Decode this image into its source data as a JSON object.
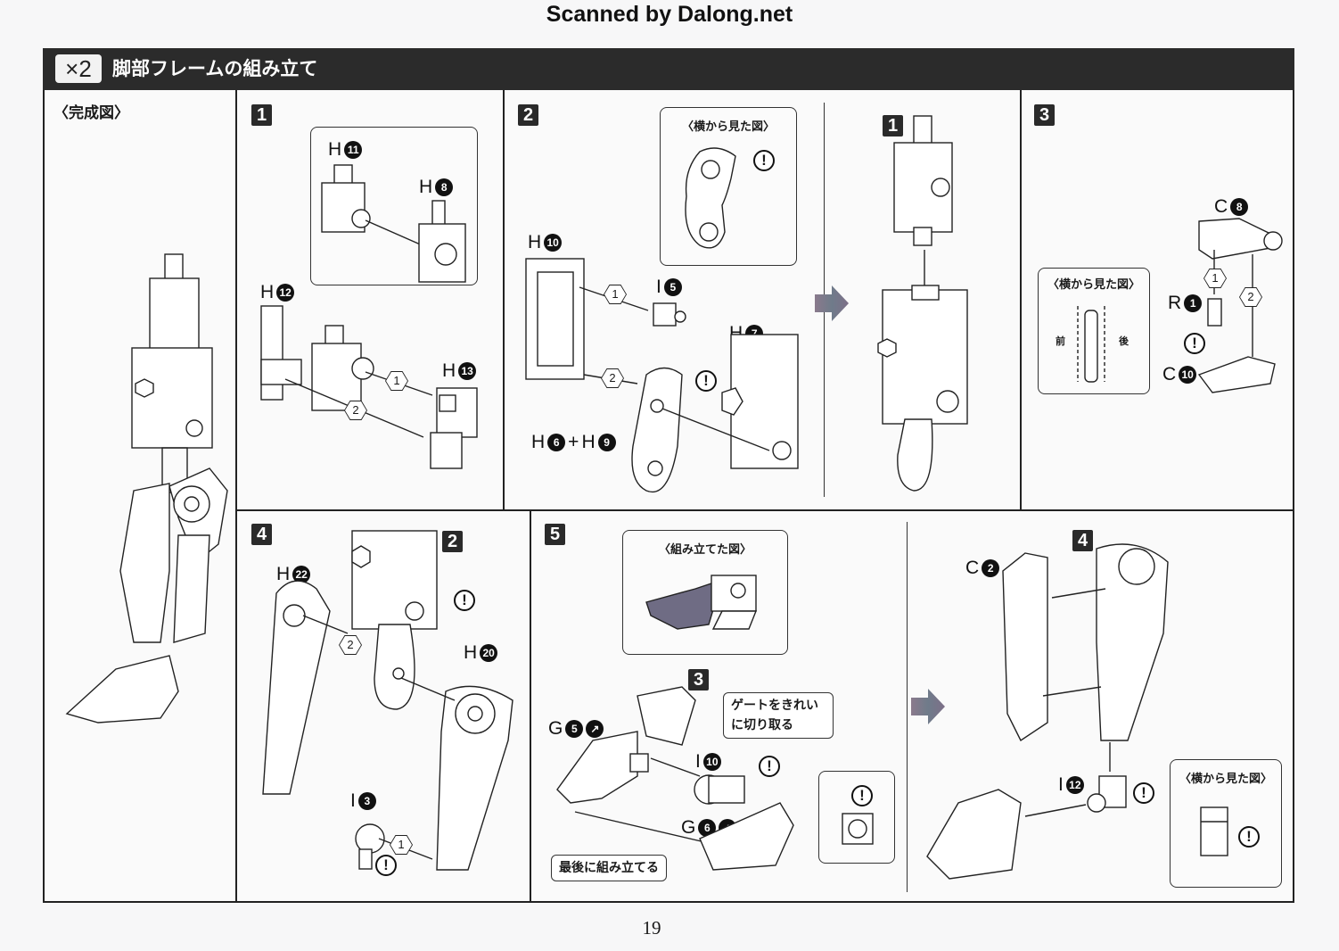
{
  "watermark": "Scanned by Dalong.net",
  "header": {
    "quantity": "×2",
    "title": "脚部フレームの組み立て"
  },
  "completed_view": {
    "label": "〈完成図〉"
  },
  "steps": {
    "s1": {
      "number": "1",
      "parts": [
        {
          "runner": "H",
          "num": "11"
        },
        {
          "runner": "H",
          "num": "8"
        },
        {
          "runner": "H",
          "num": "12"
        },
        {
          "runner": "H",
          "num": "13"
        }
      ],
      "order": [
        "1",
        "2"
      ]
    },
    "s2": {
      "number": "2",
      "callout_title": "〈横から見た図〉",
      "parts": [
        {
          "runner": "H",
          "num": "10"
        },
        {
          "runner": "I",
          "num": "5"
        },
        {
          "runner": "H",
          "num": "7"
        }
      ],
      "combo": {
        "a_runner": "H",
        "a_num": "6",
        "plus": "+",
        "b_runner": "H",
        "b_num": "9"
      },
      "order": [
        "1",
        "2"
      ],
      "result_ref": "1"
    },
    "s3": {
      "number": "3",
      "callout_title": "〈横から見た図〉",
      "front_label": "前",
      "back_label": "後",
      "parts": [
        {
          "runner": "C",
          "num": "8"
        },
        {
          "runner": "R",
          "num": "1"
        },
        {
          "runner": "C",
          "num": "10"
        }
      ],
      "order": [
        "1",
        "2"
      ]
    },
    "s4": {
      "number": "4",
      "ref_step": "2",
      "parts": [
        {
          "runner": "H",
          "num": "22"
        },
        {
          "runner": "H",
          "num": "20"
        },
        {
          "runner": "I",
          "num": "3"
        }
      ],
      "order": [
        "2",
        "1"
      ]
    },
    "s5": {
      "number": "5",
      "callout_title": "〈組み立てた図〉",
      "ref_step": "3",
      "gate_note_line1": "ゲートをきれい",
      "gate_note_line2": "に切り取る",
      "last_note": "最後に組み立てる",
      "parts": [
        {
          "runner": "G",
          "num": "5"
        },
        {
          "runner": "I",
          "num": "10"
        },
        {
          "runner": "G",
          "num": "6"
        }
      ],
      "result_ref": "4",
      "result_parts": [
        {
          "runner": "C",
          "num": "2"
        },
        {
          "runner": "I",
          "num": "12"
        }
      ],
      "side_view_title": "〈横から見た図〉"
    }
  },
  "warning_symbol": "!",
  "page_number": "19"
}
